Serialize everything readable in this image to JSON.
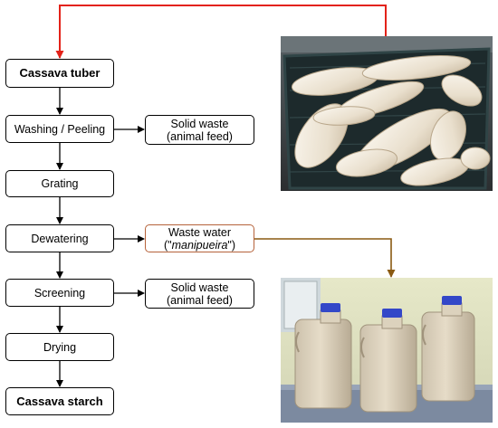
{
  "flow_steps": [
    {
      "id": "cassava-tuber",
      "label": "Cassava tuber"
    },
    {
      "id": "washing-peeling",
      "label": "Washing / Peeling"
    },
    {
      "id": "grating",
      "label": "Grating"
    },
    {
      "id": "dewatering",
      "label": "Dewatering"
    },
    {
      "id": "screening",
      "label": "Screening"
    },
    {
      "id": "drying",
      "label": "Drying"
    },
    {
      "id": "cassava-starch",
      "label": "Cassava starch"
    }
  ],
  "side_outputs": {
    "solid_waste_1": {
      "line1": "Solid waste",
      "line2": "(animal feed)"
    },
    "waste_water": {
      "line1": "Waste water",
      "line2_prefix": "(\"",
      "line2_italic": "manipueira",
      "line2_suffix": "\")"
    },
    "solid_waste_2": {
      "line1": "Solid waste",
      "line2": "(animal feed)"
    }
  },
  "photos": {
    "cassava": {
      "subject": "cassava-roots-in-crate"
    },
    "manipueira": {
      "subject": "manipueira-jugs"
    }
  },
  "colors": {
    "feedback_arrow": "#e32219",
    "wastewater_arrow": "#8a5a12",
    "wastewater_box_border": "#b5623a"
  }
}
